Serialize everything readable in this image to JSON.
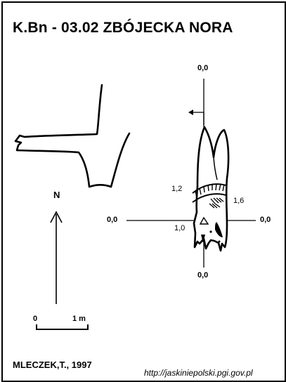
{
  "header": {
    "title": "K.Bn - 03.02  ZBÓJECKA NORA"
  },
  "section_labels": {
    "top": "0,0",
    "bottom": "0,0",
    "left": "0,0",
    "right": "0,0"
  },
  "depth_labels": {
    "d1": "1,2",
    "d2": "1,6",
    "d3": "1,0"
  },
  "compass": {
    "label": "N"
  },
  "scale_bar": {
    "start": "0",
    "end": "1 m"
  },
  "footer": {
    "author": "MLECZEK,T., 1997",
    "url": "http://jaskiniepolski.pgi.gov.pl"
  }
}
